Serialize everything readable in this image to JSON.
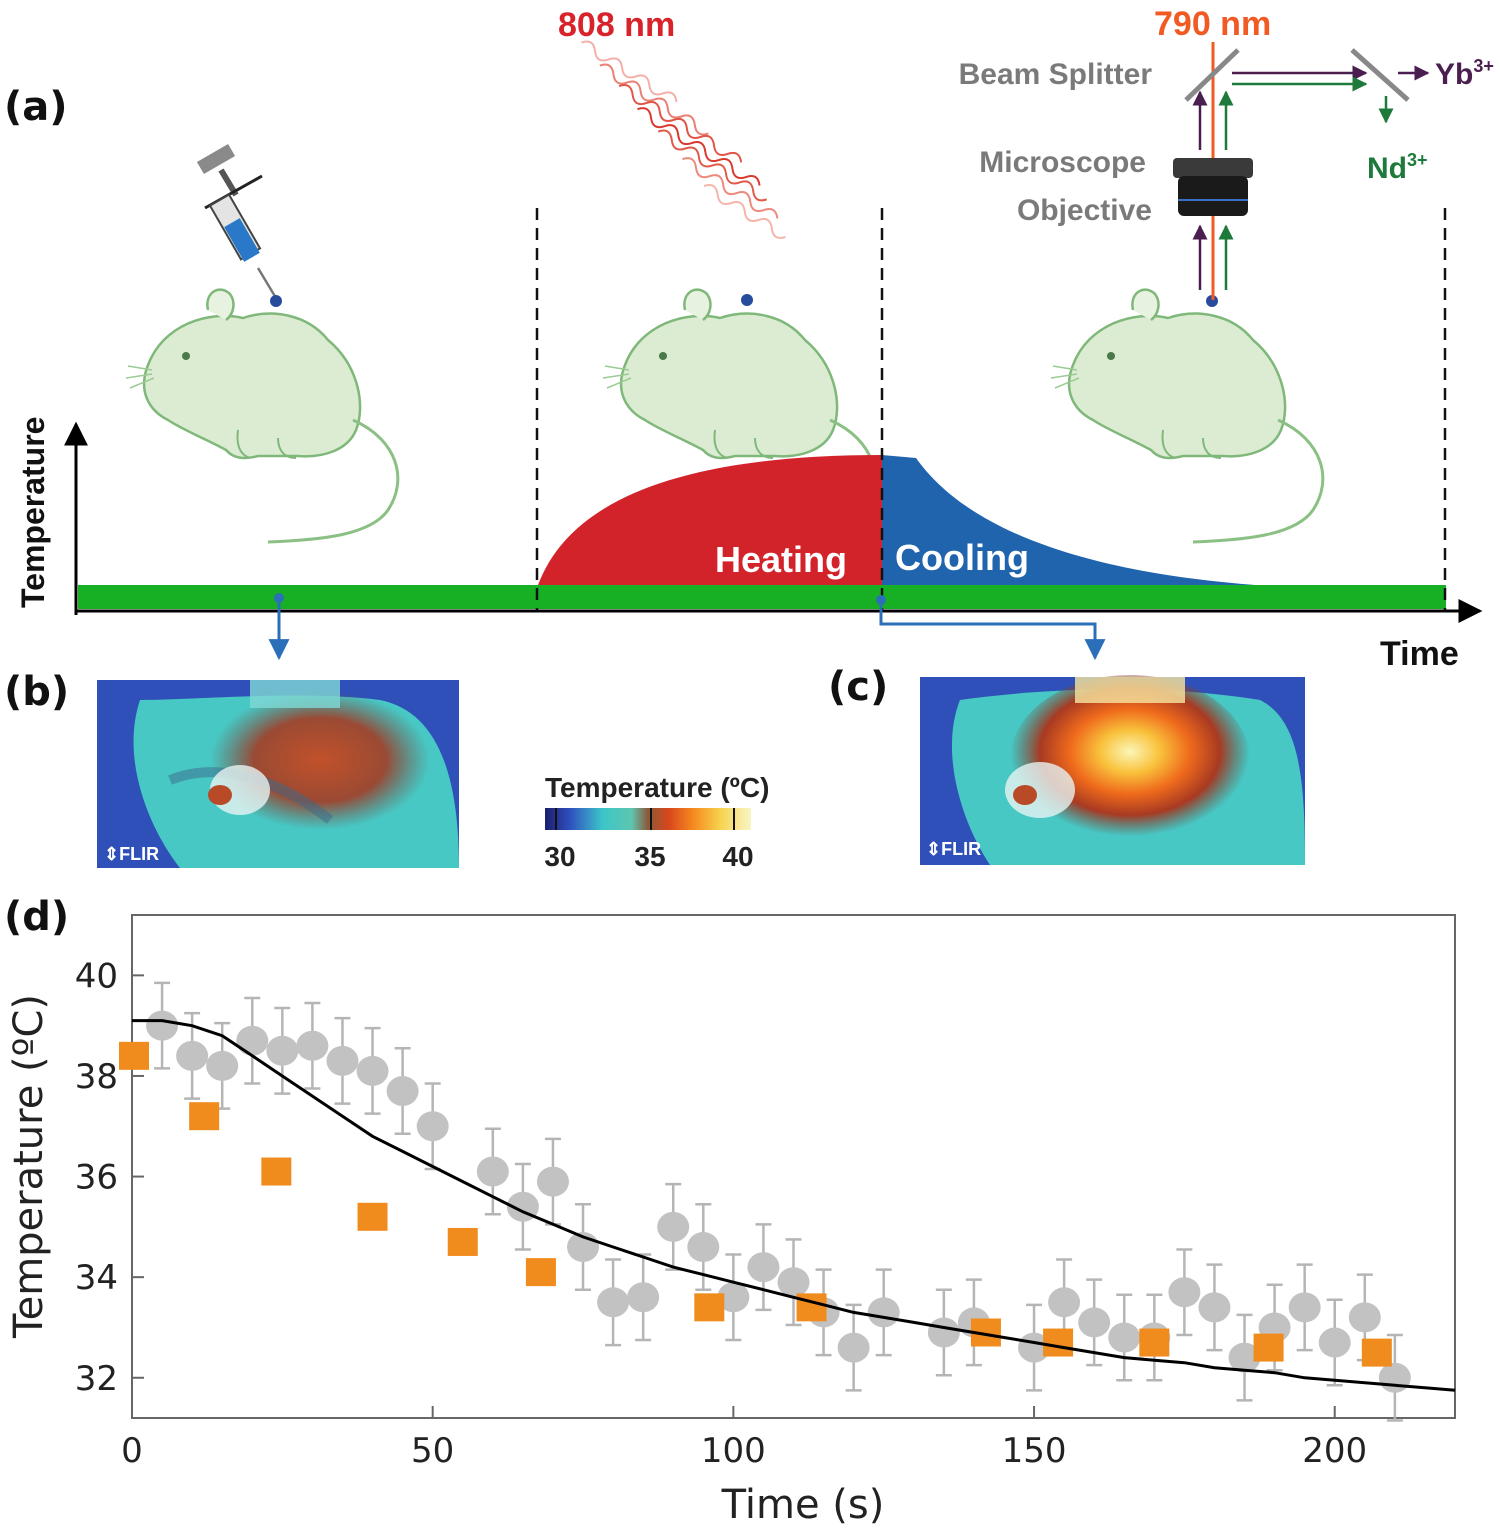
{
  "panels": {
    "a": "(a)",
    "b": "(b)",
    "c": "(c)",
    "d": "(d)"
  },
  "schematic": {
    "laser_heating": "808 nm",
    "laser_probe": "790 nm",
    "beam_splitter": "Beam Splitter",
    "objective_line1": "Microscope",
    "objective_line2": "Objective",
    "yb_base": "Yb",
    "yb_sup": "3+",
    "nd_base": "Nd",
    "nd_sup": "3+",
    "y_axis": "Temperature",
    "x_axis": "Time",
    "heating": "Heating",
    "cooling": "Cooling"
  },
  "thermal": {
    "logo": "FLIR",
    "colorbar_title": "Temperature (ºC)",
    "colorbar_ticks": [
      "30",
      "35",
      "40"
    ]
  },
  "chart_data": {
    "type": "scatter",
    "xlabel": "Time (s)",
    "ylabel": "Temperature (ºC)",
    "xlim": [
      0,
      220
    ],
    "ylim": [
      31.2,
      41.2
    ],
    "xticks": [
      0,
      50,
      100,
      150,
      200
    ],
    "yticks": [
      32,
      34,
      36,
      38,
      40
    ],
    "series": [
      {
        "style": "gray-circles-with-errorbars",
        "color": "#c2c2c2",
        "x": [
          5,
          10,
          15,
          20,
          25,
          30,
          35,
          40,
          45,
          50,
          60,
          65,
          70,
          75,
          80,
          85,
          90,
          95,
          100,
          105,
          110,
          115,
          120,
          125,
          135,
          140,
          150,
          155,
          160,
          165,
          170,
          175,
          180,
          185,
          190,
          195,
          200,
          205,
          210
        ],
        "y": [
          39.0,
          38.4,
          38.2,
          38.7,
          38.5,
          38.6,
          38.3,
          38.1,
          37.7,
          37.0,
          36.1,
          35.4,
          35.9,
          34.6,
          33.5,
          33.6,
          35.0,
          34.6,
          33.6,
          34.2,
          33.9,
          33.3,
          32.6,
          33.3,
          32.9,
          33.1,
          32.6,
          33.5,
          33.1,
          32.8,
          32.8,
          33.7,
          33.4,
          32.4,
          33.0,
          33.4,
          32.7,
          33.2,
          32.0
        ],
        "error": 0.85
      },
      {
        "style": "orange-squares",
        "color": "#f08c1e",
        "x": [
          0,
          12,
          24,
          40,
          55,
          68,
          96,
          113,
          142,
          154,
          170,
          189,
          207
        ],
        "y": [
          38.4,
          37.2,
          36.1,
          35.2,
          34.7,
          34.1,
          33.4,
          33.4,
          32.9,
          32.7,
          32.7,
          32.6,
          32.5
        ]
      },
      {
        "style": "black-line",
        "color": "#000000",
        "x": [
          0,
          5,
          10,
          15,
          20,
          25,
          30,
          35,
          40,
          45,
          50,
          55,
          60,
          65,
          70,
          75,
          80,
          85,
          90,
          95,
          100,
          105,
          110,
          115,
          120,
          125,
          130,
          135,
          140,
          145,
          150,
          155,
          160,
          165,
          170,
          175,
          180,
          185,
          190,
          195,
          200,
          205,
          210,
          215,
          220
        ],
        "y": [
          39.1,
          39.1,
          39.0,
          38.8,
          38.4,
          38.0,
          37.6,
          37.2,
          36.8,
          36.5,
          36.2,
          35.9,
          35.6,
          35.3,
          35.05,
          34.8,
          34.6,
          34.4,
          34.2,
          34.05,
          33.9,
          33.75,
          33.6,
          33.45,
          33.3,
          33.2,
          33.1,
          33.0,
          32.9,
          32.8,
          32.7,
          32.6,
          32.5,
          32.4,
          32.35,
          32.3,
          32.2,
          32.15,
          32.1,
          32.0,
          31.95,
          31.9,
          31.85,
          31.8,
          31.75
        ]
      }
    ]
  }
}
